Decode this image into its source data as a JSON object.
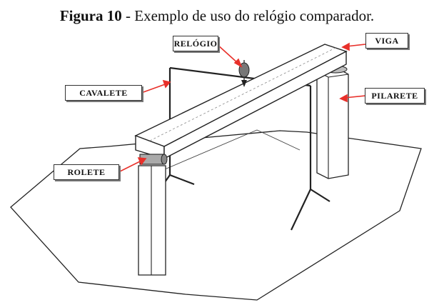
{
  "caption": {
    "number": "Figura 10",
    "text": " - Exemplo de uso do relógio comparador."
  },
  "labels": {
    "relogio": "RELÓGIO",
    "viga": "VIGA",
    "cavalete": "CAVALETE",
    "pilarete": "PILARETE",
    "rolete": "ROLETE"
  },
  "colors": {
    "arrow": "#e8302a",
    "line": "#222222"
  }
}
